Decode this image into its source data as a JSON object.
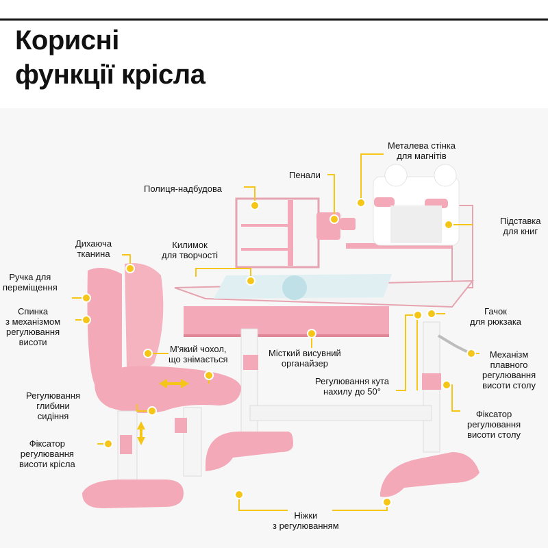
{
  "title": "Корисні\nфункції крісла",
  "colors": {
    "accent": "#f5c518",
    "pink": "#f3a9b8",
    "white_part": "#f4f4f4"
  },
  "labels": {
    "metal_wall": "Металева стінка\nдля магнітів",
    "pencil_cases": "Пенали",
    "shelf": "Полиця-надбудова",
    "book_stand": "Підставка\nдля книг",
    "breathable": "Дихаюча\nтканина",
    "creative_mat": "Килимок\nдля творчості",
    "handle": "Ручка для\nпереміщення",
    "backrest": "Спинка\nз механізмом\nрегулювання\nвисоти",
    "hook": "Гачок\nдля рюкзака",
    "soft_cover": "М'який чохол,\nщо знімається",
    "drawer": "Місткий висувний\nорганайзер",
    "desk_mechanism": "Механізм\nплавного\nрегулювання\nвисоти столу",
    "tilt": "Регулювання кута\nнахилу до 50°",
    "seat_depth": "Регулювання\nглибини\nсидіння",
    "desk_lock": "Фіксатор\nрегулювання\nвисоти столу",
    "chair_lock": "Фіксатор\nрегулювання\nвисоти крісла",
    "feet": "Ніжки\nз регулюванням"
  }
}
